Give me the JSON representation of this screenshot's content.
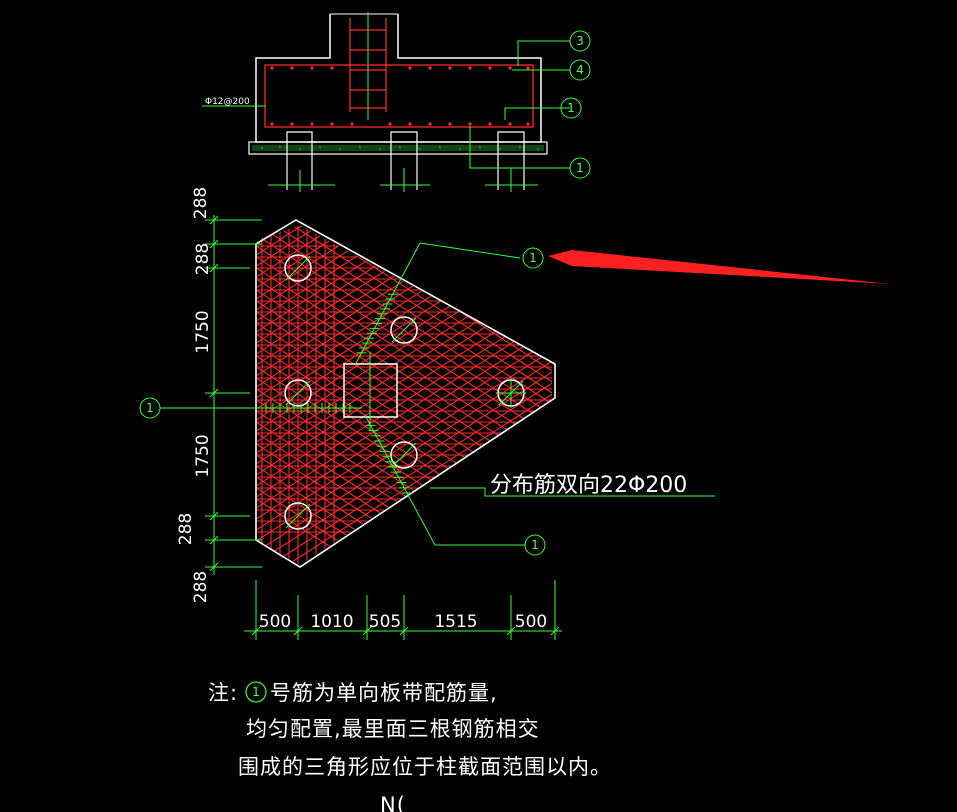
{
  "section": {
    "rebar_label": "Φ12@200",
    "callouts": [
      "3",
      "4",
      "1",
      "1"
    ]
  },
  "plan": {
    "dims_left": [
      "288",
      "288",
      "1750",
      "1750",
      "288",
      "288"
    ],
    "dims_bottom": [
      "500",
      "1010",
      "505",
      "1515",
      "500"
    ],
    "callout_top": "1",
    "callout_left": "1",
    "callout_bottom": "1",
    "distribution_label": "分布筋双向22Φ200"
  },
  "note": {
    "prefix": "注:",
    "circle_num": "1",
    "line1": "号筋为单向板带配筋量,",
    "line2": "均匀配置,最里面三根钢筋相交",
    "line3": "围成的三角形应位于柱截面范围以内。"
  },
  "footer_partial": "N(",
  "colors": {
    "background": "#000000",
    "outline": "#ffffff",
    "rebar": "#ff2a2a",
    "leader": "#33ff33",
    "arrow": "#ff2020"
  }
}
